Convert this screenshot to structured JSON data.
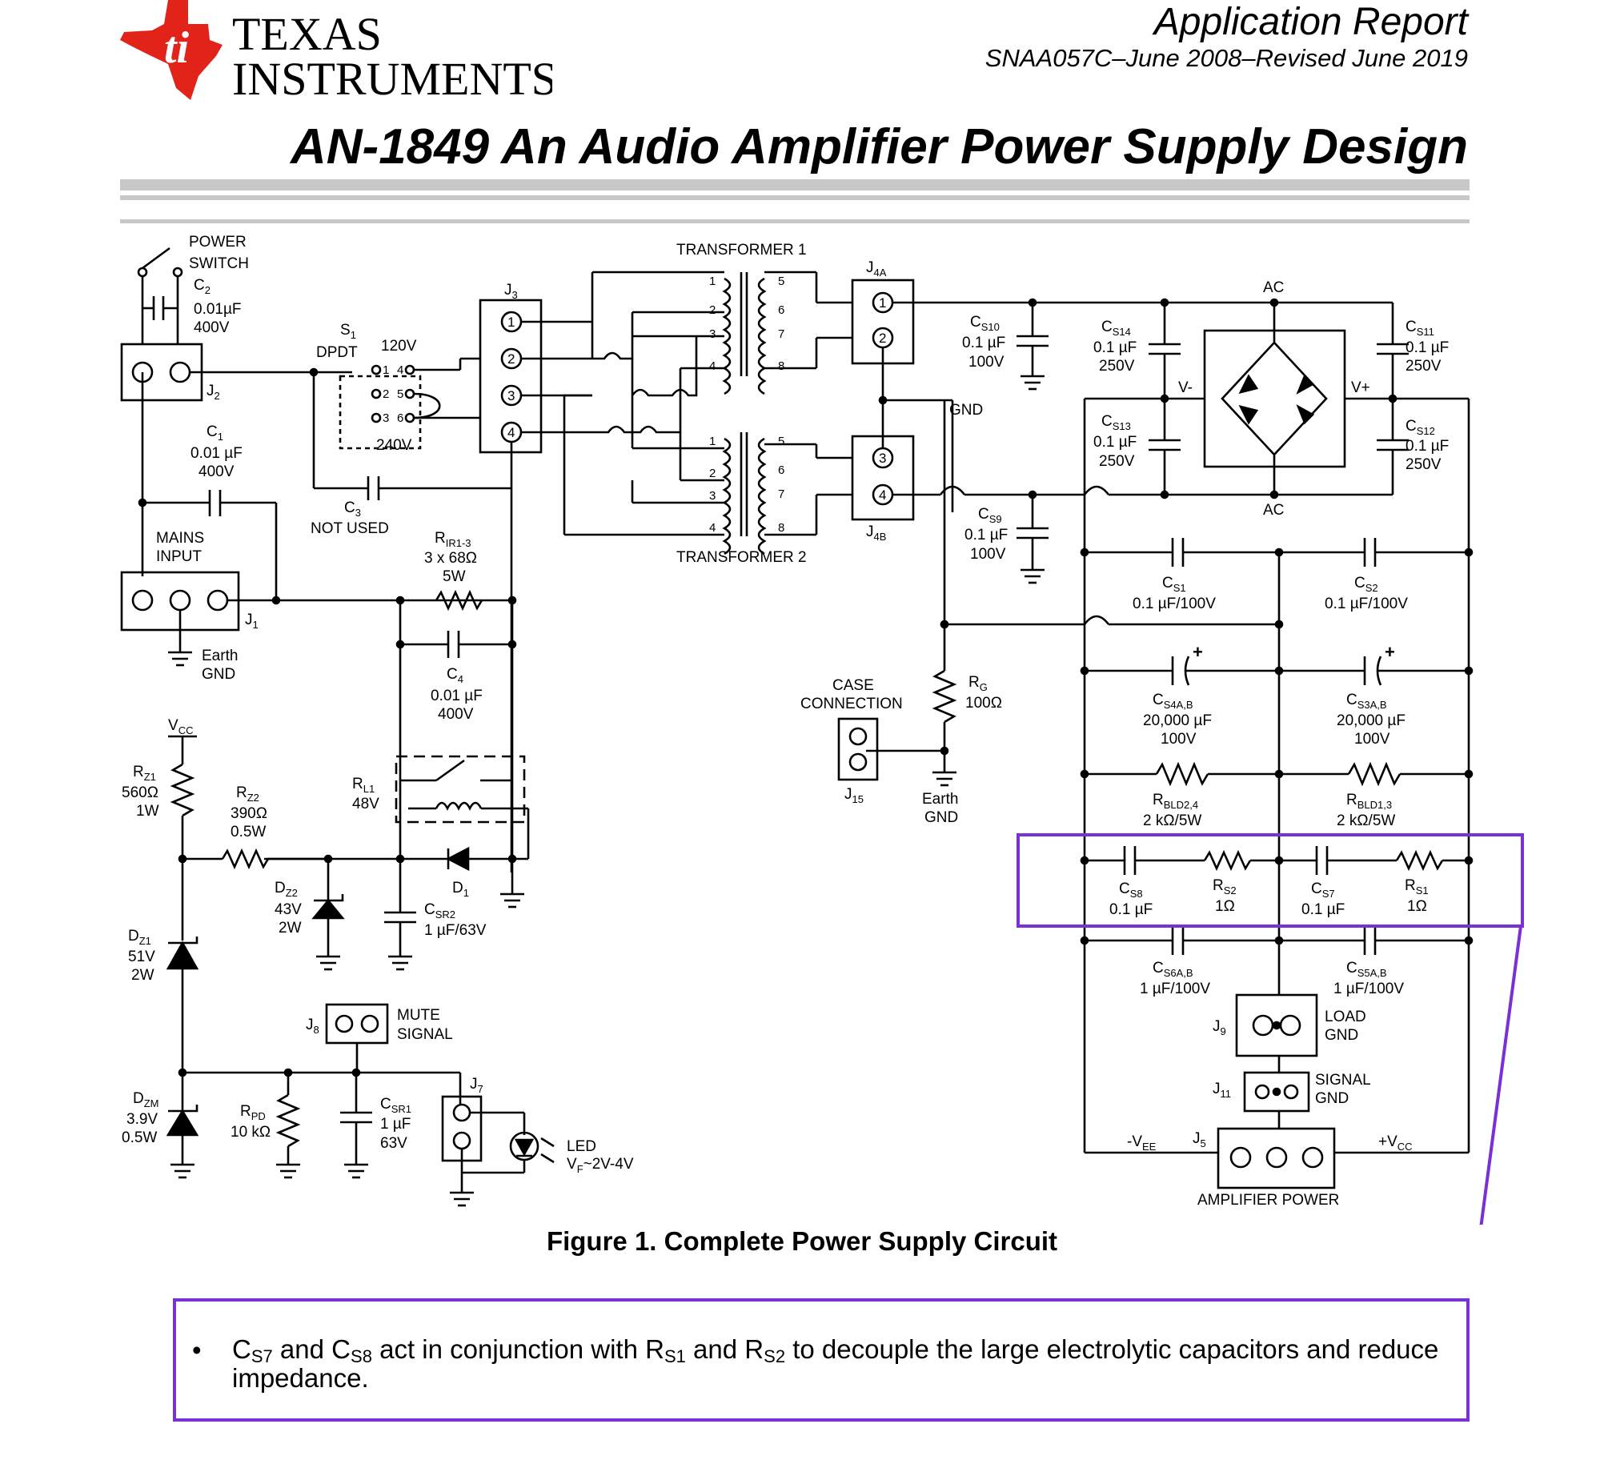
{
  "header": {
    "logo_line1": "TEXAS",
    "logo_line2": "INSTRUMENTS",
    "report_type": "Application Report",
    "doc_id": "SNAA057C–June 2008–Revised June 2019",
    "title": "AN-1849 An Audio Amplifier Power Supply Design"
  },
  "schematic": {
    "power_switch": [
      "POWER",
      "SWITCH"
    ],
    "c2": {
      "ref": "C",
      "sub": "2",
      "value": "0.01µF",
      "voltage": "400V"
    },
    "j2": {
      "ref": "J",
      "sub": "2"
    },
    "s1": {
      "ref": "S",
      "sub": "1",
      "type": "DPDT",
      "v120": "120V",
      "v240": "240V",
      "pins": [
        "1",
        "4",
        "2",
        "5",
        "3",
        "6"
      ]
    },
    "j3": {
      "ref": "J",
      "sub": "3",
      "pins": [
        "1",
        "2",
        "3",
        "4"
      ]
    },
    "transformer1": "TRANSFORMER 1",
    "transformer2": "TRANSFORMER 2",
    "t_pins_left": [
      "1",
      "2",
      "3",
      "4"
    ],
    "t_pins_right": [
      "5",
      "6",
      "7",
      "8"
    ],
    "j4a": {
      "ref": "J",
      "sub": "4A",
      "pins": [
        "1",
        "2"
      ]
    },
    "j4b": {
      "ref": "J",
      "sub": "4B",
      "pins": [
        "3",
        "4"
      ]
    },
    "gnd_label": "GND",
    "cs10": {
      "ref": "C",
      "sub": "S10",
      "value": "0.1 µF",
      "voltage": "100V"
    },
    "cs9": {
      "ref": "C",
      "sub": "S9",
      "value": "0.1 µF",
      "voltage": "100V"
    },
    "cs14": {
      "ref": "C",
      "sub": "S14",
      "value": "0.1 µF",
      "voltage": "250V"
    },
    "cs13": {
      "ref": "C",
      "sub": "S13",
      "value": "0.1 µF",
      "voltage": "250V"
    },
    "cs11": {
      "ref": "C",
      "sub": "S11",
      "value": "0.1 µF",
      "voltage": "250V"
    },
    "cs12": {
      "ref": "C",
      "sub": "S12",
      "value": "0.1 µF",
      "voltage": "250V"
    },
    "ac_label": "AC",
    "v_minus": "V-",
    "v_plus": "V+",
    "c1": {
      "ref": "C",
      "sub": "1",
      "value": "0.01 µF",
      "voltage": "400V"
    },
    "c3": {
      "ref": "C",
      "sub": "3",
      "note": "NOT USED"
    },
    "mains_input": [
      "MAINS",
      "INPUT"
    ],
    "j1": {
      "ref": "J",
      "sub": "1"
    },
    "earth_gnd": [
      "Earth",
      "GND"
    ],
    "rir": {
      "ref": "R",
      "sub": "IR1-3",
      "value": "3 x 68Ω",
      "power": "5W"
    },
    "c4": {
      "ref": "C",
      "sub": "4",
      "value": "0.01 µF",
      "voltage": "400V"
    },
    "rl1": {
      "ref": "R",
      "sub": "L1",
      "voltage": "48V"
    },
    "d1": {
      "ref": "D",
      "sub": "1"
    },
    "csr2": {
      "ref": "C",
      "sub": "SR2",
      "value": "1 µF/63V"
    },
    "vcc": {
      "ref": "V",
      "sub": "CC"
    },
    "rz1": {
      "ref": "R",
      "sub": "Z1",
      "value": "560Ω",
      "power": "1W"
    },
    "rz2": {
      "ref": "R",
      "sub": "Z2",
      "value": "390Ω",
      "power": "0.5W"
    },
    "dz2": {
      "ref": "D",
      "sub": "Z2",
      "voltage": "43V",
      "power": "2W"
    },
    "dz1": {
      "ref": "D",
      "sub": "Z1",
      "voltage": "51V",
      "power": "2W"
    },
    "j8": {
      "ref": "J",
      "sub": "8"
    },
    "mute_signal": [
      "MUTE",
      "SIGNAL"
    ],
    "dzm": {
      "ref": "D",
      "sub": "ZM",
      "voltage": "3.9V",
      "power": "0.5W"
    },
    "rpd": {
      "ref": "R",
      "sub": "PD",
      "value": "10 kΩ"
    },
    "csr1": {
      "ref": "C",
      "sub": "SR1",
      "value": "1 µF",
      "voltage": "63V"
    },
    "j7": {
      "ref": "J",
      "sub": "7"
    },
    "led": {
      "label": "LED",
      "vf_ref": "V",
      "vf_sub": "F",
      "vf_value": "~2V-4V"
    },
    "case_connection": [
      "CASE",
      "CONNECTION"
    ],
    "j15": {
      "ref": "J",
      "sub": "15"
    },
    "rg": {
      "ref": "R",
      "sub": "G",
      "value": "100Ω"
    },
    "cs1": {
      "ref": "C",
      "sub": "S1",
      "value": "0.1 µF/100V"
    },
    "cs2": {
      "ref": "C",
      "sub": "S2",
      "value": "0.1 µF/100V"
    },
    "cs4": {
      "ref": "C",
      "sub": "S4A,B",
      "value": "20,000 µF",
      "voltage": "100V"
    },
    "cs3": {
      "ref": "C",
      "sub": "S3A,B",
      "value": "20,000 µF",
      "voltage": "100V"
    },
    "rbld24": {
      "ref": "R",
      "sub": "BLD2,4",
      "value": "2 kΩ/5W"
    },
    "rbld13": {
      "ref": "R",
      "sub": "BLD1,3",
      "value": "2 kΩ/5W"
    },
    "cs8": {
      "ref": "C",
      "sub": "S8",
      "value": "0.1 µF"
    },
    "rs2": {
      "ref": "R",
      "sub": "S2",
      "value": "1Ω"
    },
    "cs7": {
      "ref": "C",
      "sub": "S7",
      "value": "0.1 µF"
    },
    "rs1": {
      "ref": "R",
      "sub": "S1",
      "value": "1Ω"
    },
    "cs6": {
      "ref": "C",
      "sub": "S6A,B",
      "value": "1 µF/100V"
    },
    "cs5": {
      "ref": "C",
      "sub": "S5A,B",
      "value": "1 µF/100V"
    },
    "j9": {
      "ref": "J",
      "sub": "9"
    },
    "load_gnd": [
      "LOAD",
      "GND"
    ],
    "j11": {
      "ref": "J",
      "sub": "11"
    },
    "signal_gnd": [
      "SIGNAL",
      "GND"
    ],
    "vee": {
      "ref": "-V",
      "sub": "EE"
    },
    "vcc_out": {
      "ref": "+V",
      "sub": "CC"
    },
    "j5": {
      "ref": "J",
      "sub": "5"
    },
    "amplifier_power": "AMPLIFIER POWER",
    "plus_sign": "+"
  },
  "figure_caption": "Figure 1. Complete Power Supply Circuit",
  "note": {
    "bullet": "•",
    "cs7": "C",
    "cs7_sub": "S7",
    "and1": " and ",
    "cs8": "C",
    "cs8_sub": "S8",
    "mid": " act in conjunction with ",
    "rs1": "R",
    "rs1_sub": "S1",
    "and2": " and ",
    "rs2": "R",
    "rs2_sub": "S2",
    "tail": " to decouple the large electrolytic capacitors and reduce impedance."
  },
  "colors": {
    "ti_red": "#e2231a",
    "highlight_purple": "#7b2fd6",
    "rule_gray": "#c8c8c8"
  }
}
